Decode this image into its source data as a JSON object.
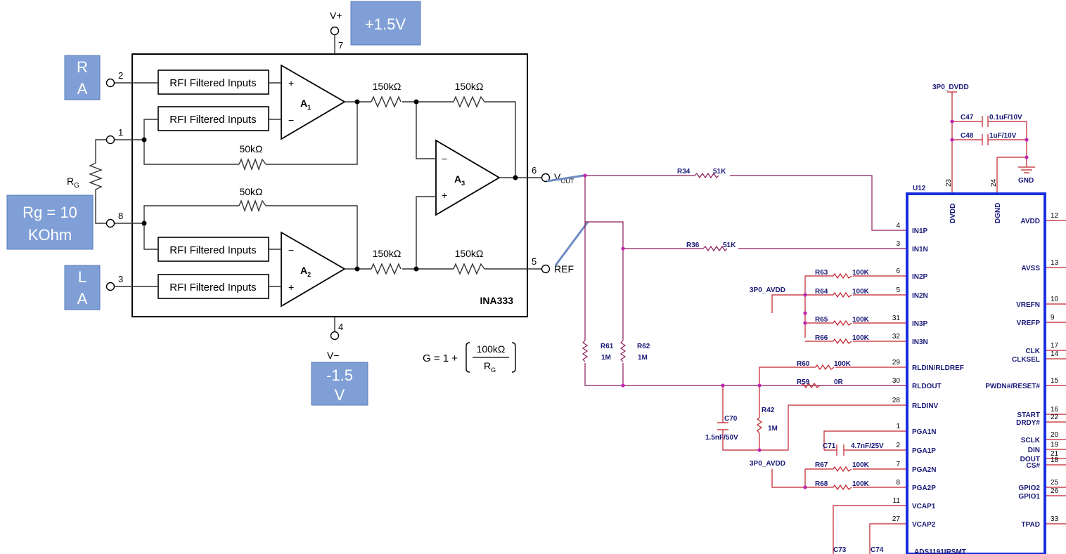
{
  "labels": {
    "vplus_supply": "+1.5V",
    "vminus_supply_line1": "-1.5",
    "vminus_supply_line2": "V",
    "ra_line1": "R",
    "ra_line2": "A",
    "la_line1": "L",
    "la_line2": "A",
    "rg_line1": "Rg = 10",
    "rg_line2": "KOhm"
  },
  "ina": {
    "part": "INA333",
    "rfi": "RFI Filtered Inputs",
    "r150": "150kΩ",
    "r50": "50kΩ",
    "vplus": "V+",
    "vminus": "V−",
    "rg": "R",
    "rg_sub": "G",
    "vout": "V",
    "vout_sub": "OUT",
    "ref": "REF",
    "a1": "A",
    "a1_sub": "1",
    "a2": "A",
    "a2_sub": "2",
    "a3": "A",
    "a3_sub": "3",
    "pins": {
      "p1": "1",
      "p2": "2",
      "p3": "3",
      "p4": "4",
      "p5": "5",
      "p6": "6",
      "p7": "7",
      "p8": "8"
    },
    "gain_prefix": "G = 1 +",
    "gain_num": "100kΩ",
    "gain_den": "R",
    "gain_den_sub": "G"
  },
  "ads": {
    "ref": "U12",
    "part": "ADS1191IRSMT",
    "left_pins": [
      {
        "num": "4",
        "name": "IN1P"
      },
      {
        "num": "3",
        "name": "IN1N"
      },
      {
        "num": "6",
        "name": "IN2P"
      },
      {
        "num": "5",
        "name": "IN2N"
      },
      {
        "num": "31",
        "name": "IN3P"
      },
      {
        "num": "32",
        "name": "IN3N"
      },
      {
        "num": "29",
        "name": "RLDIN/RLDREF"
      },
      {
        "num": "30",
        "name": "RLDOUT"
      },
      {
        "num": "28",
        "name": "RLDINV"
      },
      {
        "num": "1",
        "name": "PGA1N"
      },
      {
        "num": "2",
        "name": "PGA1P"
      },
      {
        "num": "7",
        "name": "PGA2N"
      },
      {
        "num": "8",
        "name": "PGA2P"
      },
      {
        "num": "11",
        "name": "VCAP1"
      },
      {
        "num": "27",
        "name": "VCAP2"
      }
    ],
    "right_pins": [
      {
        "num": "12",
        "name": "AVDD"
      },
      {
        "num": "13",
        "name": "AVSS"
      },
      {
        "num": "10",
        "name": "VREFN"
      },
      {
        "num": "9",
        "name": "VREFP"
      },
      {
        "num": "17",
        "name": "CLK"
      },
      {
        "num": "14",
        "name": "CLKSEL"
      },
      {
        "num": "15",
        "name": "PWDN#/RESET#"
      },
      {
        "num": "16",
        "name": "START"
      },
      {
        "num": "22",
        "name": "DRDY#"
      },
      {
        "num": "20",
        "name": "SCLK"
      },
      {
        "num": "19",
        "name": "DIN"
      },
      {
        "num": "21",
        "name": "DOUT"
      },
      {
        "num": "18",
        "name": "CS#"
      },
      {
        "num": "25",
        "name": "GPIO2"
      },
      {
        "num": "26",
        "name": "GPIO1"
      },
      {
        "num": "33",
        "name": "TPAD"
      }
    ],
    "top_pins": [
      {
        "num": "23",
        "name": "DVDD"
      },
      {
        "num": "24",
        "name": "DGND"
      }
    ]
  },
  "components": {
    "r34": "R34",
    "r34_val": "51K",
    "r36": "R36",
    "r36_val": "51K",
    "r61": "R61",
    "r61_val": "1M",
    "r62": "R62",
    "r62_val": "1M",
    "r63": "R63",
    "r63_val": "100K",
    "r64": "R64",
    "r64_val": "100K",
    "r65": "R65",
    "r65_val": "100K",
    "r66": "R66",
    "r66_val": "100K",
    "r60": "R60",
    "r60_val": "100K",
    "r59": "R59",
    "r59_val": "0R",
    "r42": "R42",
    "r42_val": "1M",
    "c70": "C70",
    "c70_val": "1.5nF/50V",
    "c71": "C71",
    "c71_val": "4.7nF/25V",
    "r67": "R67",
    "r67_val": "100K",
    "r68": "R68",
    "r68_val": "100K",
    "c47": "C47",
    "c47_val": "0.1uF/10V",
    "c48": "C48",
    "c48_val": "1uF/10V",
    "c73": "C73",
    "c74": "C74",
    "dvdd_net": "3P0_DVDD",
    "avdd_net_1": "3P0_AVDD",
    "avdd_net_2": "3P0_AVDD",
    "gnd": "GND"
  }
}
